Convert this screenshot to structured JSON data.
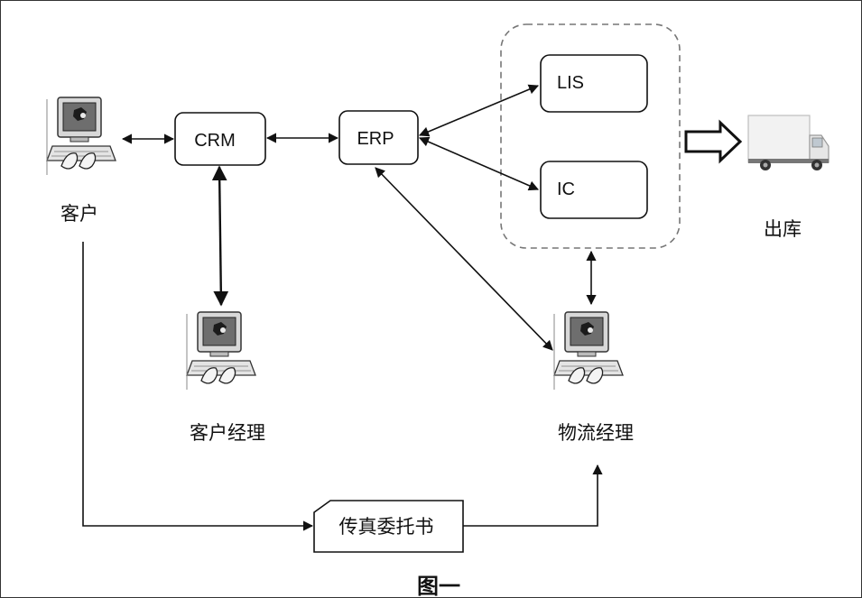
{
  "nodes": {
    "crm": "CRM",
    "erp": "ERP",
    "lis": "LIS",
    "ic": "IC",
    "customer": "客户",
    "customer_manager": "客户经理",
    "logistics_manager": "物流经理",
    "outbound": "出库",
    "fax": "传真委托书"
  },
  "caption": "图一",
  "icons": [
    "computer-user-icon",
    "delivery-truck-icon",
    "hollow-right-arrow-icon"
  ]
}
